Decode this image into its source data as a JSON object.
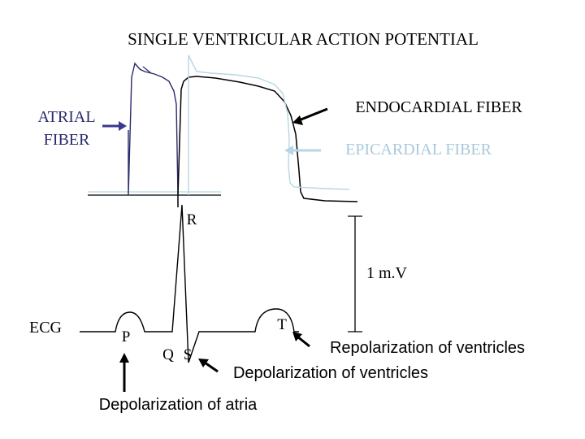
{
  "title": "SINGLE VENTRICULAR ACTION POTENTIAL",
  "labels": {
    "atrial_line1": "ATRIAL",
    "atrial_line2": "FIBER",
    "endocardial": "ENDOCARDIAL  FIBER",
    "epicardial": "EPICARDIAL  FIBER",
    "ecg": "ECG",
    "p": "P",
    "q": "Q",
    "r": "R",
    "s": "S",
    "t": "T",
    "scale": "1 m.V",
    "repolarization_ventricles": "Repolarization of ventricles",
    "depolarization_ventricles": "Depolarization of ventricles",
    "depolarization_atria": "Depolarization of atria"
  },
  "colors": {
    "atrial": "#2b2b6e",
    "endocardial": "#000000",
    "epicardial": "#b8d6e6",
    "epicardial_text": "#aac8de",
    "atrial_arrow": "#3a3a8c",
    "ink": "#000000"
  }
}
